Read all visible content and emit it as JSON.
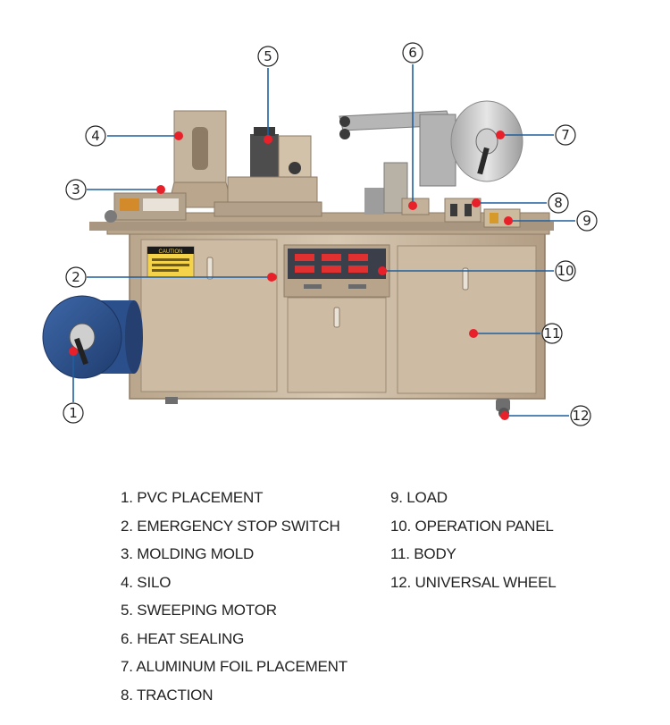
{
  "callouts": [
    {
      "num": "1",
      "label": "PVC PLACEMENT"
    },
    {
      "num": "2",
      "label": "EMERGENCY STOP SWITCH"
    },
    {
      "num": "3",
      "label": "MOLDING MOLD"
    },
    {
      "num": "4",
      "label": "SILO"
    },
    {
      "num": "5",
      "label": "SWEEPING MOTOR"
    },
    {
      "num": "6",
      "label": "HEAT SEALING"
    },
    {
      "num": "7",
      "label": "ALUMINUM FOIL PLACEMENT"
    },
    {
      "num": "8",
      "label": "TRACTION"
    },
    {
      "num": "9",
      "label": "LOAD"
    },
    {
      "num": "10",
      "label": "OPERATION PANEL"
    },
    {
      "num": "11",
      "label": "BODY"
    },
    {
      "num": "12",
      "label": "UNIVERSAL WHEEL"
    }
  ],
  "legend_left": [
    "1. PVC PLACEMENT",
    "2. EMERGENCY STOP SWITCH",
    "3. MOLDING MOLD",
    "4. SILO",
    "5. SWEEPING MOTOR",
    "6. HEAT SEALING",
    "7. ALUMINUM FOIL PLACEMENT",
    "8. TRACTION"
  ],
  "legend_right": [
    "9. LOAD",
    "10. OPERATION PANEL",
    "11. BODY",
    "12. UNIVERSAL WHEEL"
  ],
  "machine": {
    "caution_label": "CAUTION"
  },
  "colors": {
    "callout_line": "#1f5f9e",
    "marker_dot": "#e8202a",
    "steel": "#c9b69d",
    "steel_dark": "#9c8a74",
    "pvc_roll": "#2b4f8a",
    "panel_bg": "#3a3f4a",
    "display_red": "#e03030"
  }
}
